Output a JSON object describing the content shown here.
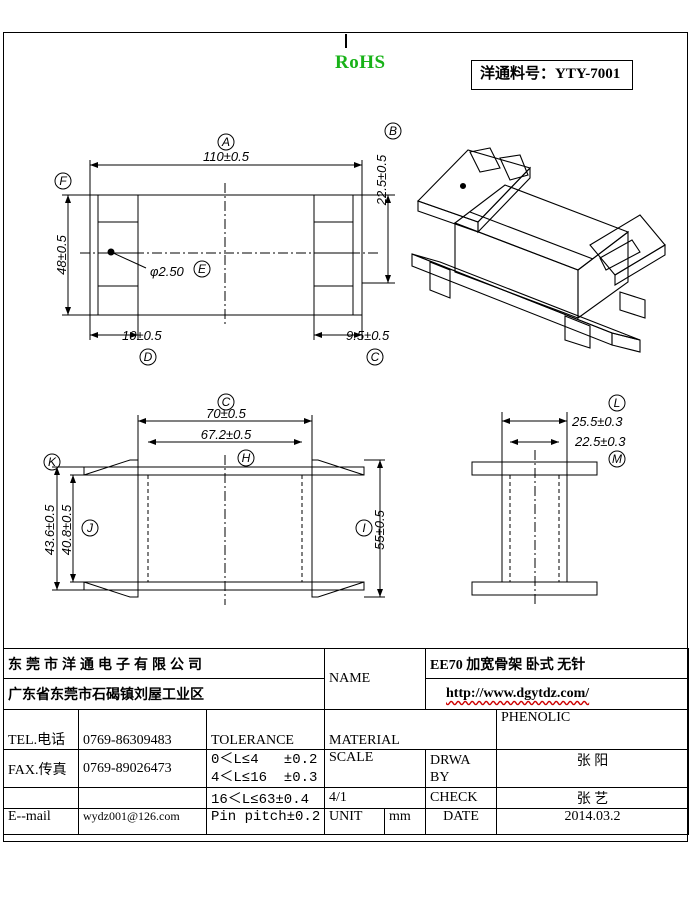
{
  "header": {
    "rohs": "RoHS",
    "part_no": "洋通料号：YTY-7001"
  },
  "top_view": {
    "A": "A",
    "B": "B",
    "C": "C",
    "D": "D",
    "E": "E",
    "F": "F",
    "dim_A": "110±0.5",
    "dim_B": "22.5±0.5",
    "dim_C": "9.5±0.5",
    "dim_D": "10±0.5",
    "dim_E": "φ2.50",
    "dim_F": "48±0.5"
  },
  "front_view": {
    "C": "C",
    "H": "H",
    "I": "I",
    "J": "J",
    "K": "K",
    "dim_C": "70±0.5",
    "dim_H": "67.2±0.5",
    "dim_I": "55±0.5",
    "dim_J": "40.8±0.5",
    "dim_K": "43.6±0.5"
  },
  "side_view": {
    "L": "L",
    "M": "M",
    "dim_L": "25.5±0.3",
    "dim_M": "22.5±0.3"
  },
  "title_block": {
    "company": "东莞市洋通电子有限公司",
    "address": "广东省东莞市石碣镇刘屋工业区",
    "name_label": "NAME",
    "product_name": "EE70 加宽骨架 卧式 无针",
    "url": "http://www.dgytdz.com/",
    "tel_label": "TEL.电话",
    "tel": "0769-86309483",
    "fax_label": "FAX.传真",
    "fax": "0769-89026473",
    "email_label": "E--mail",
    "email": "wydz001@126.com",
    "tolerance_label": "TOLERANCE",
    "tol_1": "0＜L≤4   ±0.2",
    "tol_2": "4＜L≤16  ±0.3",
    "tol_3": "16＜L≤63±0.4",
    "pin_pitch": "Pin pitch±0.2",
    "material_label": "MATERIAL",
    "material": "PHENOLIC",
    "scale_label": "SCALE",
    "scale": "4/1",
    "draw_label": "DRWA BY",
    "draw_by": "张 阳",
    "check_label": "CHECK",
    "check_by": "张 艺",
    "unit_label": "UNIT",
    "unit": "mm",
    "date_label": "DATE",
    "date": "2014.03.2"
  }
}
